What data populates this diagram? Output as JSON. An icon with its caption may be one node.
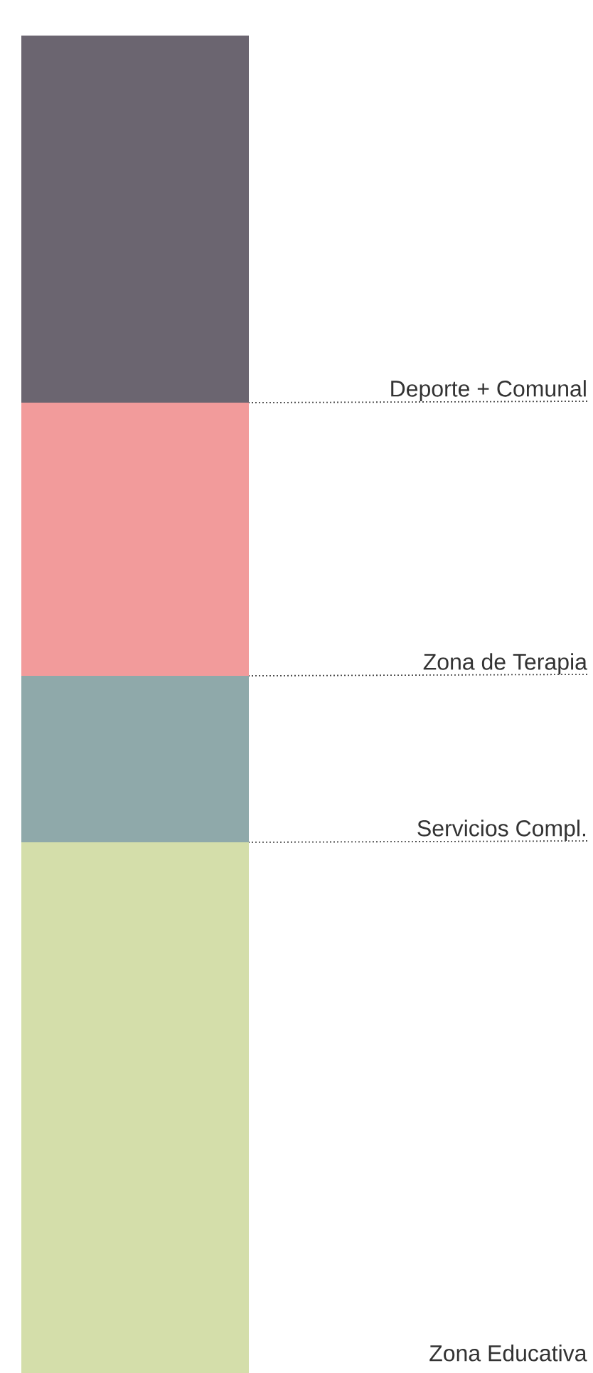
{
  "diagram": {
    "nodes": [
      {
        "text": [],
        "shape": "bar"
      },
      {
        "text": [],
        "shape": "bar"
      },
      {
        "text": [],
        "shape": "bar"
      },
      {
        "text": [],
        "shape": "bar"
      },
      {
        "text": [
          "Deporte + Comunal"
        ]
      },
      {
        "text": [
          "Zona de Terapia"
        ]
      },
      {
        "text": [
          "Servicios Compl."
        ]
      }
    ],
    "edges": [
      {
        "from": 4,
        "to": 0,
        "arrow": "none",
        "style": "dashed"
      },
      {
        "from": 5,
        "to": 1,
        "arrow": "none",
        "style": "dashed"
      },
      {
        "from": 6,
        "to": 2,
        "arrow": "none",
        "style": "dashed"
      }
    ],
    "labels": [
      "Zona Educativa"
    ]
  }
}
